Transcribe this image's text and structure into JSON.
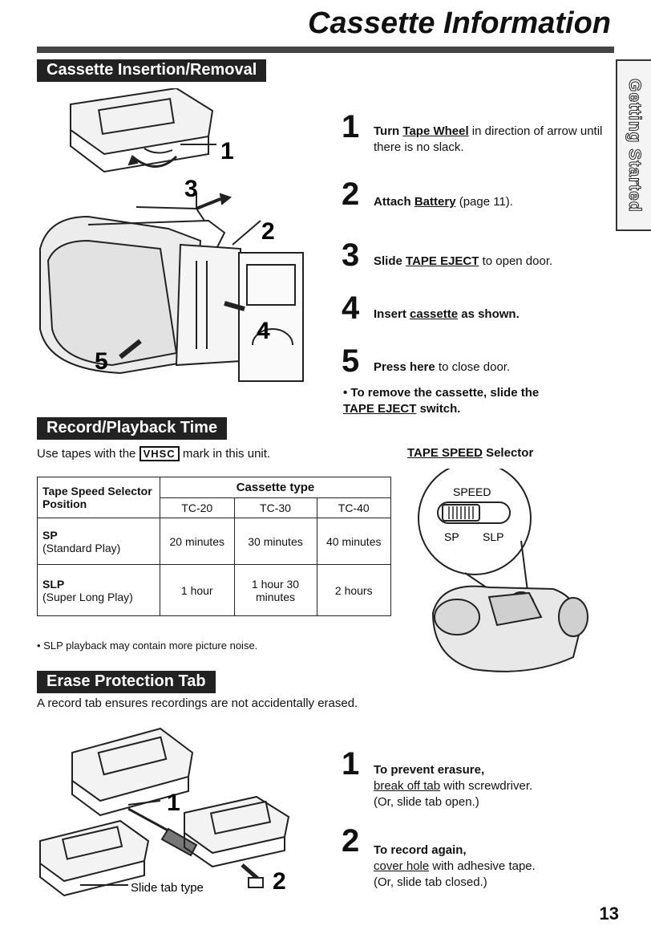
{
  "header": {
    "title": "Cassette Information",
    "side_tab": "Getting Started"
  },
  "insertion": {
    "heading": "Cassette Insertion/Removal",
    "callouts": [
      "1",
      "2",
      "3",
      "4",
      "5"
    ],
    "steps": [
      {
        "num": "1",
        "lead": "Turn ",
        "link": "Tape Wheel",
        "rest": " in direction of arrow until there is no slack."
      },
      {
        "num": "2",
        "lead": "Attach ",
        "link": "Battery",
        "rest": " (page 11)."
      },
      {
        "num": "3",
        "lead": "Slide ",
        "link": "TAPE EJECT",
        "rest": " to open door."
      },
      {
        "num": "4",
        "lead": "Insert ",
        "link": "cassette",
        "rest": " as shown."
      },
      {
        "num": "5",
        "lead": "Press here",
        "link": "",
        "rest": " to close door."
      }
    ],
    "note_lead": "• To remove the cassette, slide the",
    "note_link": "TAPE EJECT",
    "note_rest": " switch."
  },
  "record_time": {
    "heading": "Record/Playback Time",
    "intro_before": "Use tapes with the ",
    "vhs_mark": "VHSC",
    "intro_after": " mark in this unit.",
    "selector_link": "TAPE SPEED",
    "selector_rest": " Selector",
    "speed_label": "SPEED",
    "sp_label": "SP",
    "slp_label": "SLP",
    "table": {
      "col_header": "Tape Speed Selector Position",
      "group_header": "Cassette type",
      "types": [
        "TC-20",
        "TC-30",
        "TC-40"
      ],
      "rows": [
        {
          "mode": "SP",
          "desc": "(Standard Play)",
          "values": [
            "20 minutes",
            "30 minutes",
            "40 minutes"
          ]
        },
        {
          "mode": "SLP",
          "desc": "(Super Long Play)",
          "values": [
            "1 hour",
            "1 hour 30 minutes",
            "2 hours"
          ]
        }
      ]
    },
    "note": "• SLP playback may contain more picture noise."
  },
  "erase": {
    "heading": "Erase Protection Tab",
    "intro": "A record tab ensures recordings are not accidentally erased.",
    "callout_1": "1",
    "callout_2": "2",
    "slide_tab_label": "Slide tab type",
    "steps": [
      {
        "num": "1",
        "title": "To prevent erasure,",
        "link": "break off tab",
        "rest": " with screwdriver.",
        "paren": "(Or, slide tab open.)"
      },
      {
        "num": "2",
        "title": "To record again,",
        "link": "cover hole",
        "rest": " with adhesive tape.",
        "paren": "(Or, slide tab closed.)"
      }
    ]
  },
  "page_number": "13"
}
